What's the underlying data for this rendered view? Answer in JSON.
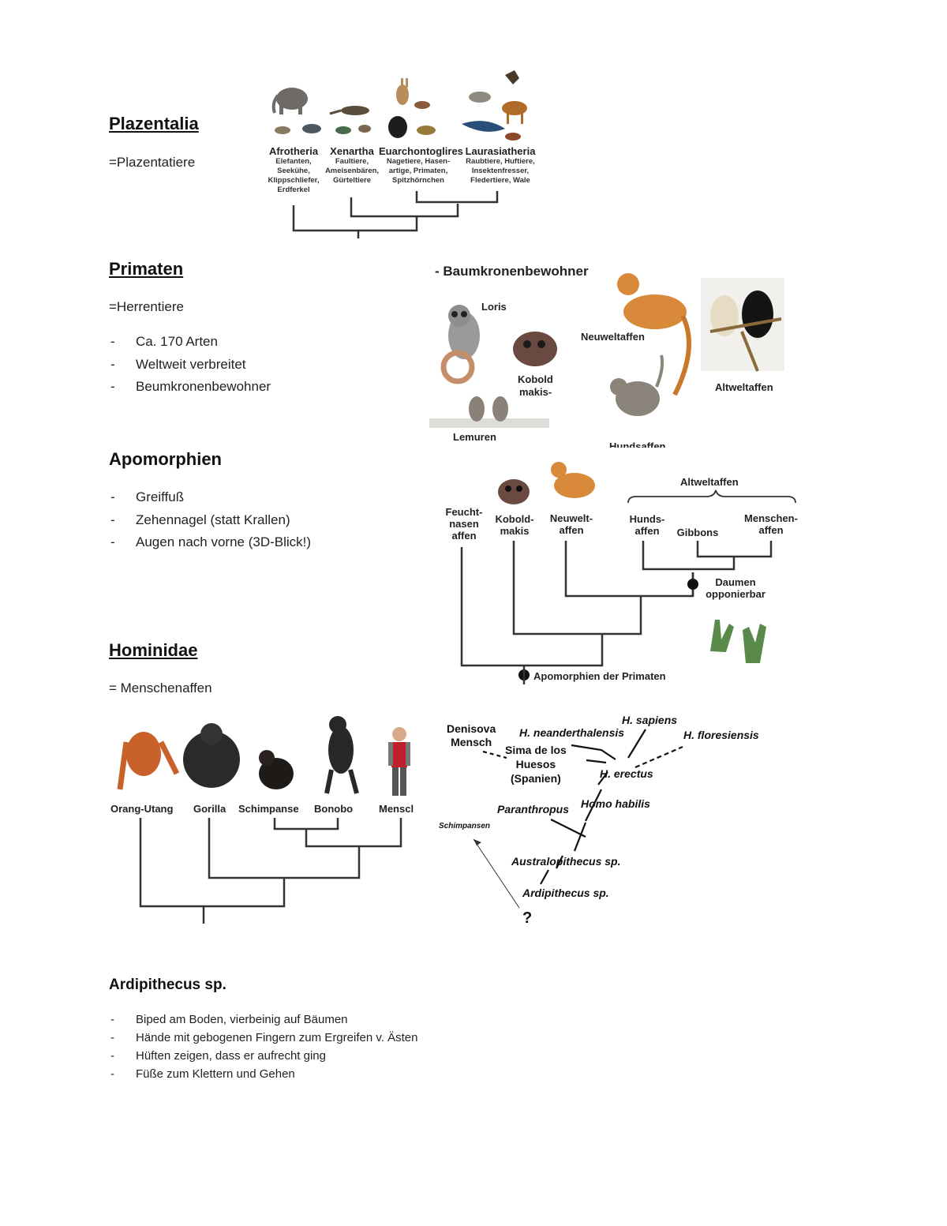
{
  "placentalia": {
    "heading": "Plazentalia",
    "subtitle": "=Plazentatiere",
    "groups": [
      {
        "name": "Afrotheria",
        "desc": [
          "Elefanten,",
          "Seekühe,",
          "Klippschliefer,",
          "Erdferkel"
        ]
      },
      {
        "name": "Xenartha",
        "desc": [
          "Faultiere,",
          "Ameisenbären,",
          "Gürteltiere"
        ]
      },
      {
        "name": "Euarchontoglires",
        "desc": [
          "Nagetiere, Hasen-",
          "artige, Primaten,",
          "Spitzhörnchen"
        ]
      },
      {
        "name": "Laurasiatheria",
        "desc": [
          "Raubtiere, Huftiere,",
          "Insektenfresser,",
          "Fledertiere, Wale"
        ]
      }
    ]
  },
  "primaten": {
    "heading": "Primaten",
    "subtitle": "=Herrentiere",
    "items": [
      "Ca. 170 Arten",
      "Weltweit verbreitet",
      "Beumkronenbewohner"
    ],
    "figure": {
      "title": "- Baumkronenbewohner",
      "labels": [
        "Loris",
        "Kobold",
        "makis-",
        "Neuweltaffen",
        "Altweltaffen",
        "Lemuren",
        "Hundsaffen"
      ]
    }
  },
  "apomorphien": {
    "heading": "Apomorphien",
    "items": [
      "Greiffuß",
      "Zehennagel (statt Krallen)",
      "Augen nach vorne (3D-Blick!)"
    ],
    "tree": {
      "group_label": "Altweltaffen",
      "taxa": [
        [
          "Feucht-",
          "nasen",
          "affen"
        ],
        [
          "Kobold-",
          "makis"
        ],
        [
          "Neuwelt-",
          "affen"
        ],
        [
          "Hunds-",
          "affen"
        ],
        [
          "Gibbons"
        ],
        [
          "Menschen-",
          "affen"
        ]
      ],
      "node1": [
        "Daumen",
        "opponierbar"
      ],
      "node2": "Apomorphien der Primaten"
    }
  },
  "hominidae": {
    "heading": "Hominidae",
    "subtitle": "= Menschenaffen",
    "taxa": [
      "Orang-Utang",
      "Gorilla",
      "Schimpanse",
      "Bonobo",
      "Menscl"
    ],
    "human_tree": {
      "labels": {
        "denisova": [
          "Denisova",
          "Mensch"
        ],
        "sapiens": "H. sapiens",
        "neanderthalensis": "H. neanderthalensis",
        "sima": [
          "Sima de los",
          "Huesos",
          "(Spanien)"
        ],
        "floresiensis": "H. floresiensis",
        "erectus": "H. erectus",
        "paranthropus": "Paranthropus",
        "habilis": "Homo habilis",
        "schimpansen": "Schimpansen",
        "australopithecus": "Australopithecus sp.",
        "ardipithecus": "Ardipithecus sp.",
        "root": "?"
      }
    }
  },
  "ardipithecus": {
    "heading": "Ardipithecus sp.",
    "items": [
      "Biped am Boden, vierbeinig auf Bäumen",
      "Hände mit gebogenen Fingern zum Ergreifen v. Ästen",
      "Hüften zeigen, dass er aufrecht ging",
      "Füße zum Klettern und Gehen"
    ]
  }
}
